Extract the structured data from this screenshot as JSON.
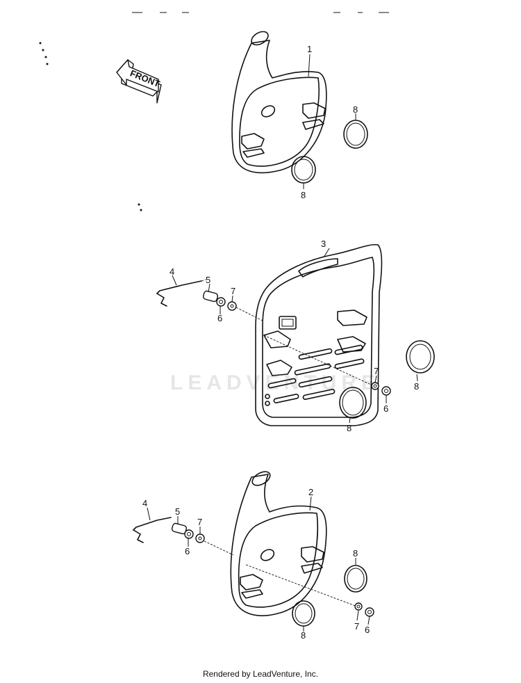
{
  "watermark": "LEADVENTURE",
  "front_arrow": {
    "label": "FRONT"
  },
  "footer": {
    "credit": "Rendered by LeadVenture, Inc."
  },
  "groups": [
    {
      "name": "top-assembly",
      "callouts": [
        {
          "id": "1",
          "label": "1"
        },
        {
          "id": "8a",
          "label": "8"
        },
        {
          "id": "8b",
          "label": "8"
        }
      ]
    },
    {
      "name": "middle-assembly",
      "callouts": [
        {
          "id": "3",
          "label": "3"
        },
        {
          "id": "4",
          "label": "4"
        },
        {
          "id": "5",
          "label": "5"
        },
        {
          "id": "6a",
          "label": "6"
        },
        {
          "id": "7a",
          "label": "7"
        },
        {
          "id": "7b",
          "label": "7"
        },
        {
          "id": "6b",
          "label": "6"
        },
        {
          "id": "8a",
          "label": "8"
        },
        {
          "id": "8b",
          "label": "8"
        }
      ]
    },
    {
      "name": "bottom-assembly",
      "callouts": [
        {
          "id": "2",
          "label": "2"
        },
        {
          "id": "4",
          "label": "4"
        },
        {
          "id": "5",
          "label": "5"
        },
        {
          "id": "7a",
          "label": "7"
        },
        {
          "id": "6a",
          "label": "6"
        },
        {
          "id": "8a",
          "label": "8"
        },
        {
          "id": "8b",
          "label": "8"
        },
        {
          "id": "7b",
          "label": "7"
        },
        {
          "id": "6b",
          "label": "6"
        }
      ]
    }
  ]
}
